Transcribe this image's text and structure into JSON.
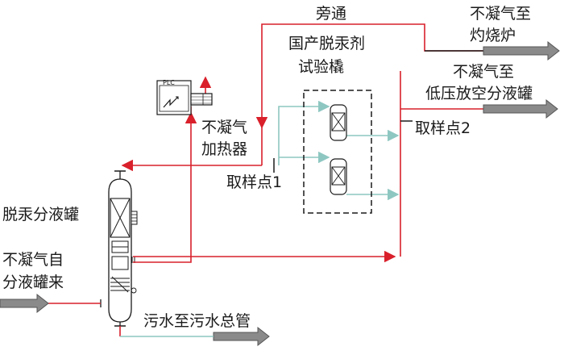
{
  "labels": {
    "bypass": "旁通",
    "to_furnace_line1": "不凝气至",
    "to_furnace_line2": "灼烧炉",
    "test_tank_line1": "国产脱汞剂",
    "test_tank_line2": "试验橇",
    "to_lowpressure_line1": "不凝气至",
    "to_lowpressure_line2": "低压放空分液罐",
    "heater_line1": "不凝气",
    "heater_line2": "加热器",
    "sample_point_2": "取样点2",
    "sample_point_1": "取样点1",
    "separator": "脱汞分液罐",
    "from_tank_line1": "不凝气自",
    "from_tank_line2": "分液罐来",
    "to_sewage": "污水至污水总管",
    "plc": "PLC"
  },
  "colors": {
    "red_line": "#d9202b",
    "teal_line": "#8ec7c1",
    "black_line": "#1a1a1a",
    "grey_arrow": "#888888"
  }
}
